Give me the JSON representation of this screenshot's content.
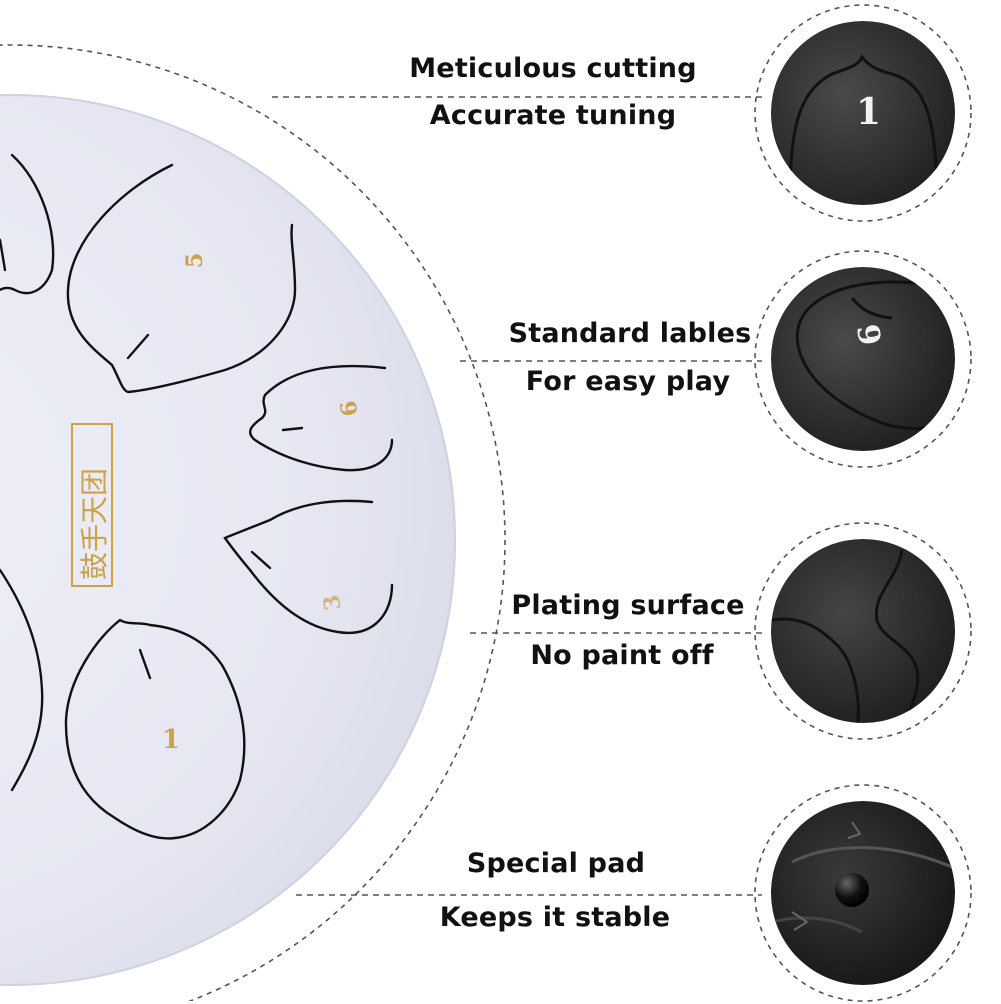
{
  "features": [
    {
      "line1": "Meticulous cutting",
      "line2": "Accurate tuning"
    },
    {
      "line1": "Standard lables",
      "line2": "For easy play"
    },
    {
      "line1": "Plating surface",
      "line2": "No paint off"
    },
    {
      "line1": "Special pad",
      "line2": "Keeps it stable"
    }
  ],
  "drum": {
    "note_labels": [
      "5",
      "6",
      "3",
      "1"
    ],
    "logo_text": "鼓手天团",
    "tongue_color": "#000000",
    "body_color": "#e7e8f3",
    "label_color": "#c9a24a"
  },
  "zooms": [
    {
      "label": "1"
    },
    {
      "label": "6"
    },
    {
      "label": ""
    },
    {
      "label": ""
    }
  ],
  "colors": {
    "zoom_bg": "#2c2c2c",
    "dash": "#555555",
    "text": "#111111"
  }
}
